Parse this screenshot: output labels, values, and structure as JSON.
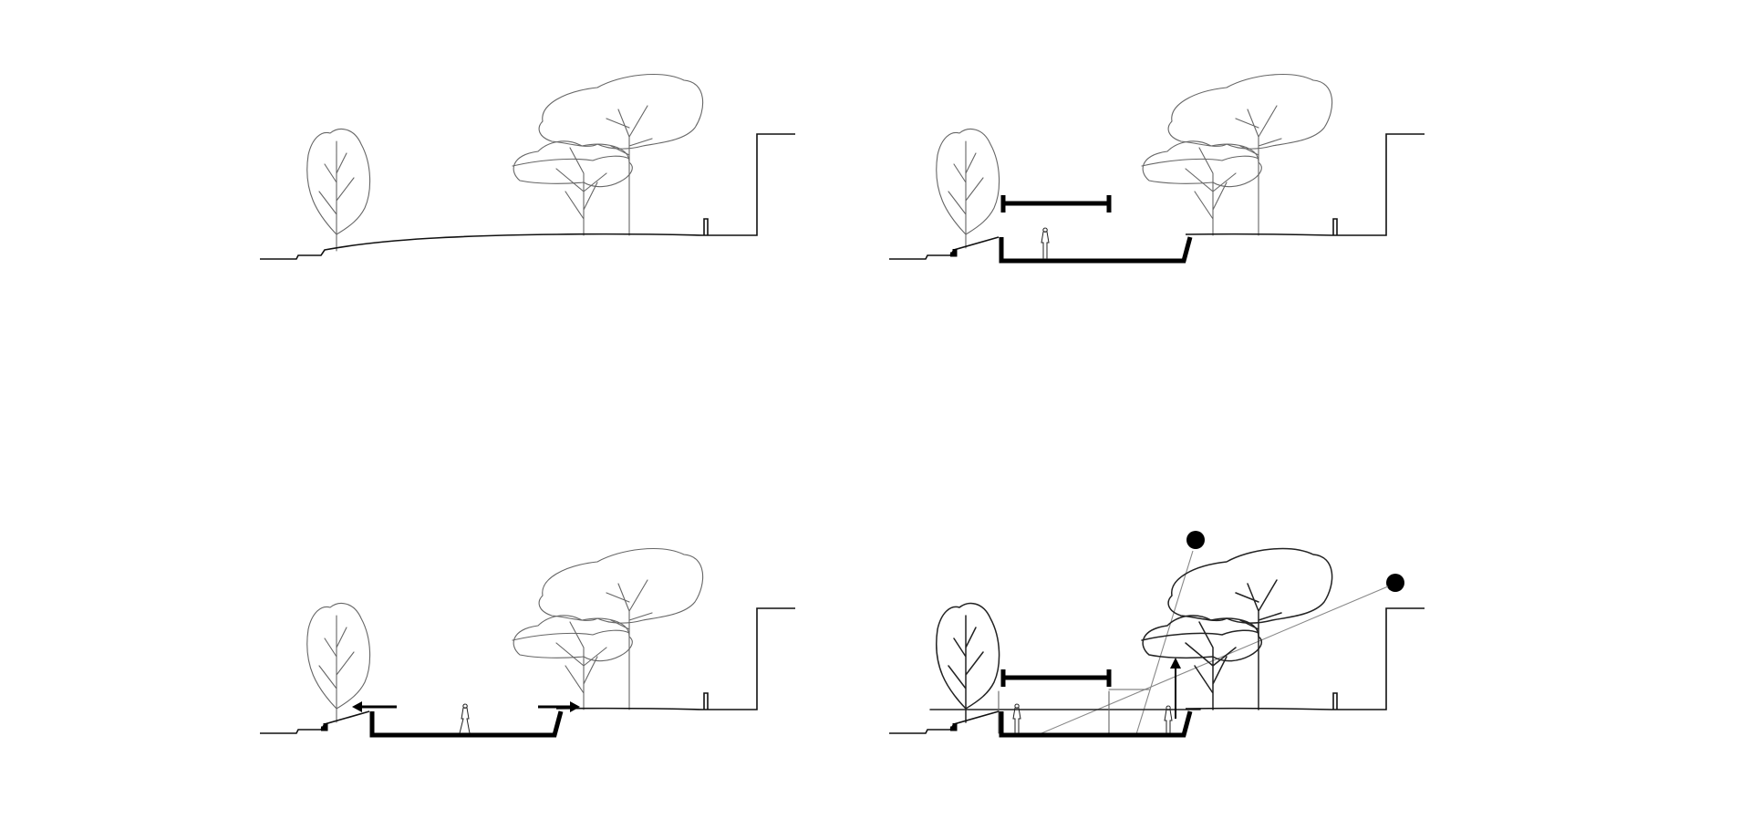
{
  "figure": {
    "panels": [
      {
        "id": "existing-site",
        "elements": [
          "ground-line",
          "small-tree",
          "large-tree",
          "retaining-wall",
          "bollard"
        ]
      },
      {
        "id": "sunken-volume",
        "elements": [
          "ground-line",
          "small-tree",
          "large-tree",
          "retaining-wall",
          "bollard",
          "excavated-floor",
          "roof-slab",
          "person"
        ]
      },
      {
        "id": "circulation",
        "elements": [
          "ground-line",
          "small-tree",
          "large-tree",
          "retaining-wall",
          "bollard",
          "excavated-floor",
          "arrow-left",
          "arrow-right",
          "person"
        ]
      },
      {
        "id": "light-and-views",
        "elements": [
          "ground-line",
          "small-tree",
          "large-tree",
          "retaining-wall",
          "bollard",
          "excavated-floor",
          "roof-slab",
          "people",
          "sun-high",
          "sun-low",
          "light-rays",
          "arrow-up"
        ]
      }
    ]
  },
  "colors": {
    "line": "#000000",
    "tree": "#666666",
    "ray": "#888888",
    "background": "#ffffff"
  }
}
